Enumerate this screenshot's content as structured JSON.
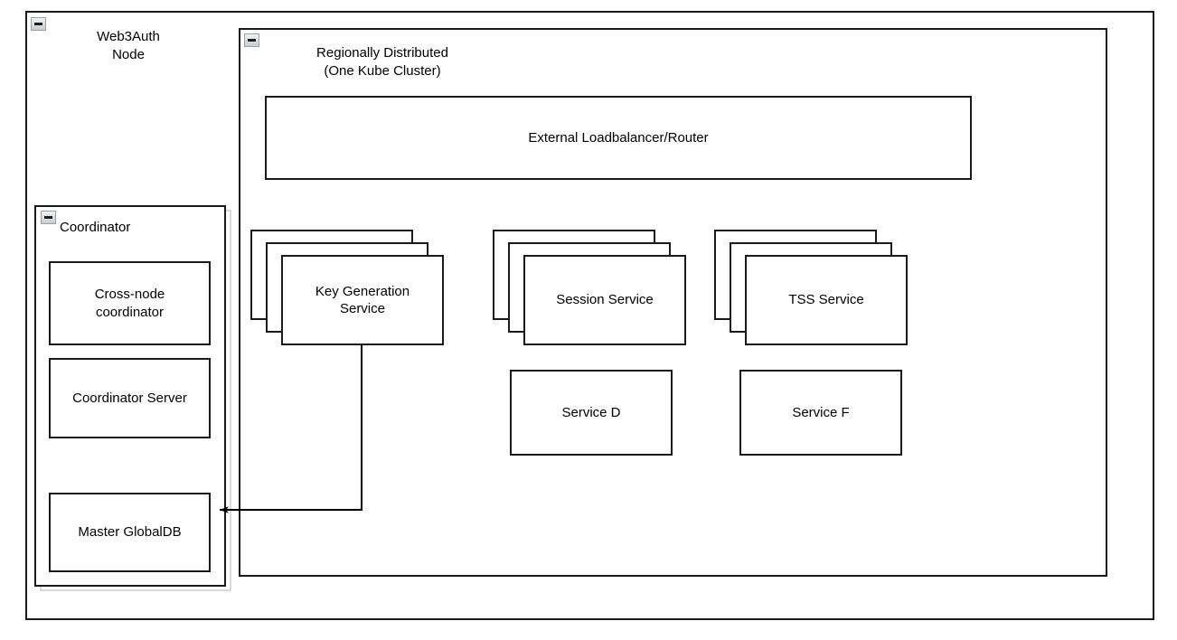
{
  "diagram": {
    "outer_container": {
      "title": "Web3Auth\nNode",
      "collapse_icon": "collapse-minus-icon"
    },
    "region_container": {
      "title": "Regionally Distributed\n(One Kube Cluster)",
      "collapse_icon": "collapse-minus-icon"
    },
    "coordinator_panel": {
      "title": "Coordinator",
      "collapse_icon": "collapse-minus-icon",
      "boxes": [
        {
          "label": "Cross-node\ncoordinator"
        },
        {
          "label": "Coordinator Server"
        },
        {
          "label": "Master GlobalDB"
        }
      ]
    },
    "loadbalancer": {
      "label": "External Loadbalancer/Router"
    },
    "stacked_services": [
      {
        "label": "Key Generation\nService",
        "replicas": 3
      },
      {
        "label": "Session Service",
        "replicas": 3
      },
      {
        "label": "TSS Service",
        "replicas": 3
      }
    ],
    "plain_services": [
      {
        "label": "Service D"
      },
      {
        "label": "Service F"
      }
    ],
    "connectors": [
      {
        "name": "keygen-to-master-globaldb",
        "from": "Key Generation Service",
        "to": "Master GlobalDB",
        "arrowhead": "end"
      }
    ],
    "colors": {
      "stroke": "#1a1a1a",
      "fill": "#ffffff",
      "shadow": "#d9d9d9",
      "text": "#000000"
    }
  }
}
